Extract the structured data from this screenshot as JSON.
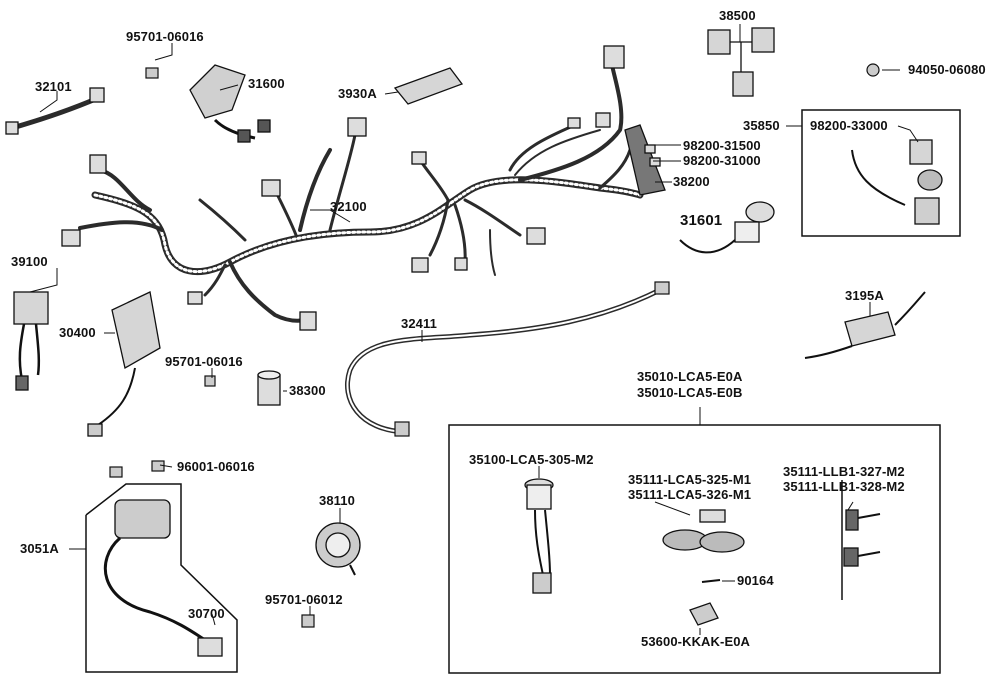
{
  "labels": {
    "p95701_06016_a": "95701-06016",
    "p32101": "32101",
    "p31600": "31600",
    "p3930A": "3930A",
    "p38500": "38500",
    "p94050_06080": "94050-06080",
    "p35850": "35850",
    "p98200_33000": "98200-33000",
    "p98200_31500": "98200-31500",
    "p98200_31000": "98200-31000",
    "p38200": "38200",
    "p31601": "31601",
    "p32100": "32100",
    "p39100": "39100",
    "p30400": "30400",
    "p95701_06016_b": "95701-06016",
    "p38300": "38300",
    "p32411": "32411",
    "p3195A": "3195A",
    "p35010_e0a": "35010-LCA5-E0A",
    "p35010_e0b": "35010-LCA5-E0B",
    "p35100": "35100-LCA5-305-M2",
    "p35111_325": "35111-LCA5-325-M1",
    "p35111_326": "35111-LCA5-326-M1",
    "p35111_327": "35111-LLB1-327-M2",
    "p35111_328": "35111-LLB1-328-M2",
    "p96001_06016": "96001-06016",
    "p3051A": "3051A",
    "p38110": "38110",
    "p30700": "30700",
    "p95701_06012": "95701-06012",
    "p90164": "90164",
    "p53600": "53600-KKAK-E0A"
  },
  "colors": {
    "line": "#111111",
    "harness": "#2b2b2b",
    "part_fill": "#d9d9d9",
    "part_dark": "#6f6f6f",
    "background": "#ffffff"
  }
}
